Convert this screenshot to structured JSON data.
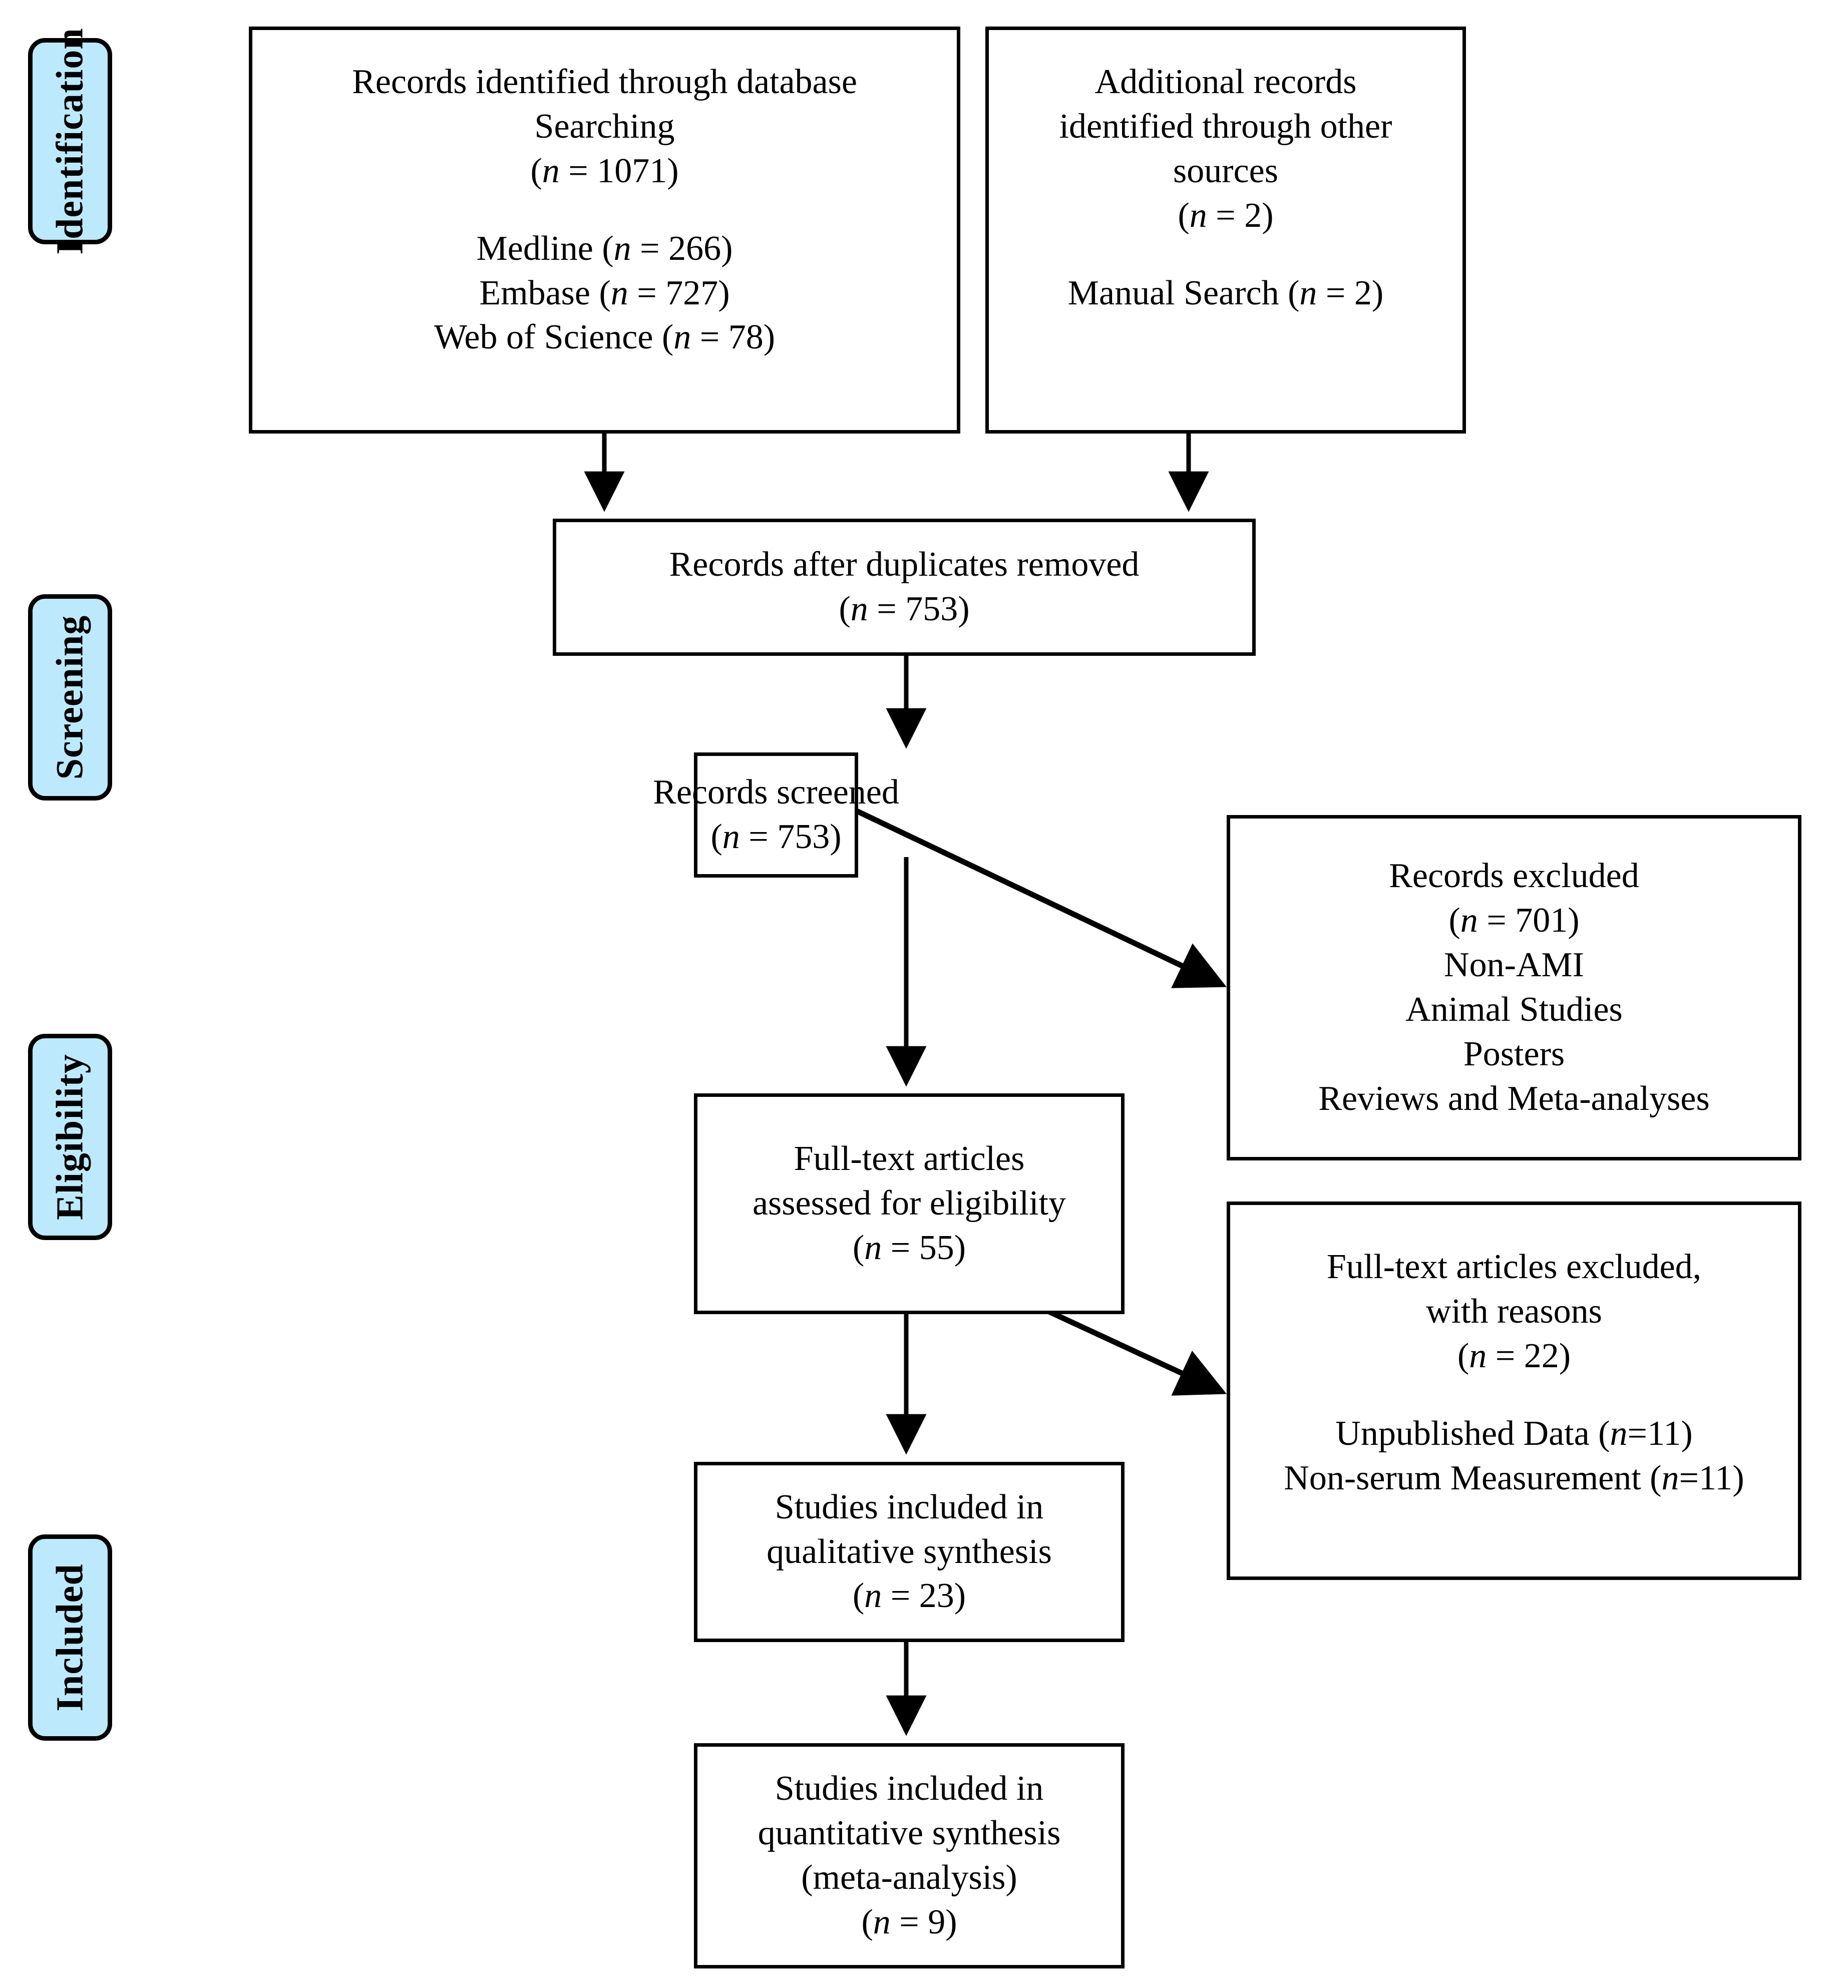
{
  "diagram": {
    "type": "PRISMA flow diagram",
    "colors": {
      "phase_tab_fill": "#bde9fd",
      "stroke": "#000000",
      "box_fill": "#ffffff"
    },
    "phases": [
      {
        "id": "identification",
        "label": "Identification"
      },
      {
        "id": "screening",
        "label": "Screening"
      },
      {
        "id": "eligibility",
        "label": "Eligibility"
      },
      {
        "id": "included",
        "label": "Included"
      }
    ],
    "boxes": {
      "database_search": {
        "line1": "Records identified through database",
        "line2": "Searching",
        "line3_pre": "(",
        "line3_n": "n",
        "line3_post": " = 1071)",
        "medline": "Medline (",
        "medline_n": "n",
        "medline_post": " = 266)",
        "embase": "Embase (",
        "embase_n": "n",
        "embase_post": " = 727)",
        "wos": "Web of Science (",
        "wos_n": "n",
        "wos_post": " = 78)"
      },
      "other_sources": {
        "line1": "Additional records",
        "line2": "identified through other",
        "line3": "sources",
        "line4_pre": "(",
        "line4_n": "n",
        "line4_post": " = 2)",
        "manual_pre": "Manual Search (",
        "manual_n": "n",
        "manual_post": " = 2)"
      },
      "duplicates_removed": {
        "line1": "Records after duplicates removed",
        "line2_pre": "(",
        "line2_n": "n",
        "line2_post": " = 753)"
      },
      "records_screened": {
        "line1": "Records screened",
        "line2_pre": "(",
        "line2_n": "n",
        "line2_post": " = 753)"
      },
      "records_excluded": {
        "line1": "Records excluded",
        "line2_pre": "(",
        "line2_n": "n",
        "line2_post": " = 701)",
        "line3": "Non-AMI",
        "line4": "Animal Studies",
        "line5": "Posters",
        "line6": "Reviews and Meta-analyses"
      },
      "fulltext_assessed": {
        "line1": "Full-text articles",
        "line2": "assessed for eligibility",
        "line3_pre": "(",
        "line3_n": "n",
        "line3_post": " = 55)"
      },
      "fulltext_excluded": {
        "line1": "Full-text articles excluded,",
        "line2": "with reasons",
        "line3_pre": "(",
        "line3_n": "n",
        "line3_post": " = 22)",
        "reason1_pre": "Unpublished Data (",
        "reason1_n": "n",
        "reason1_post": "=11)",
        "reason2_pre": "Non-serum Measurement (",
        "reason2_n": "n",
        "reason2_post": "=11)"
      },
      "qualitative_synthesis": {
        "line1": "Studies included in",
        "line2": "qualitative synthesis",
        "line3_pre": "(",
        "line3_n": "n",
        "line3_post": " = 23)"
      },
      "quantitative_synthesis": {
        "line1": "Studies included in",
        "line2": "quantitative synthesis",
        "line3": "(meta-analysis)",
        "line4_pre": "(",
        "line4_n": "n",
        "line4_post": " = 9)"
      }
    }
  }
}
